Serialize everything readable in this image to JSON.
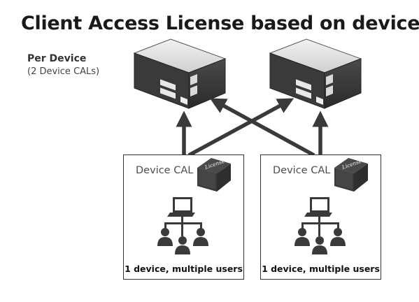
{
  "title": "Client Access License based on device",
  "legend": {
    "heading": "Per Device",
    "subheading": "(2 Device CALs)"
  },
  "boxes": [
    {
      "label": "Device CAL",
      "book_label": "License",
      "caption": "1 device, multiple users"
    },
    {
      "label": "Device CAL",
      "book_label": "License",
      "caption": "1 device, multiple users"
    }
  ],
  "icons": [
    "server-icon",
    "server-icon",
    "license-book-icon",
    "laptop-icon",
    "user-icon"
  ],
  "colors": {
    "arrow": "#3a3a3a",
    "server_body": "#3c3c3c",
    "box_border": "#333333",
    "icon": "#3a3a3a"
  }
}
